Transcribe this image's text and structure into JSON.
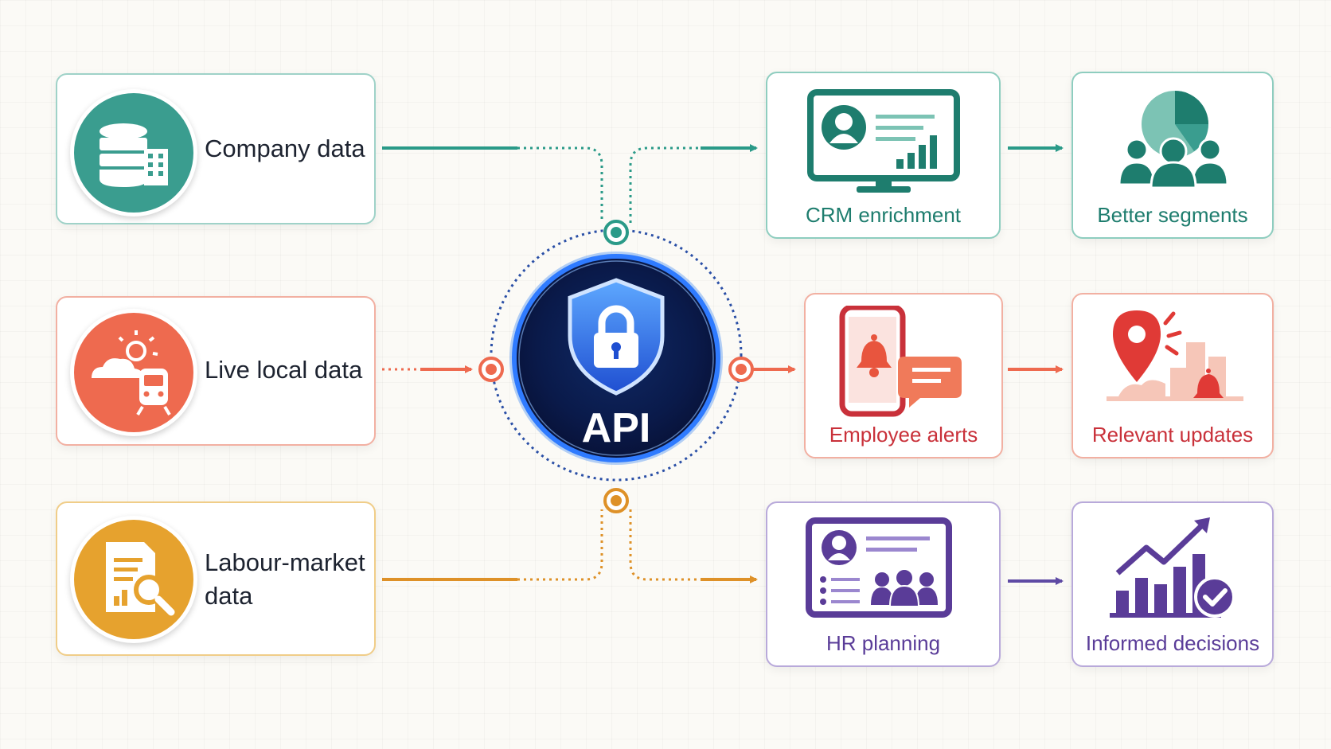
{
  "sources": [
    {
      "label": "Company data",
      "color": "#2f9a8b",
      "icon": "database-building-icon"
    },
    {
      "label": "Live local data",
      "color": "#ea6248",
      "icon": "weather-train-icon"
    },
    {
      "label_line1": "Labour-market",
      "label_line2": "data",
      "color": "#e3a02b",
      "icon": "report-magnifier-icon"
    }
  ],
  "hub": {
    "label": "API",
    "icon": "shield-lock-icon"
  },
  "outputs": {
    "crm": {
      "label": "CRM enrichment",
      "color": "#1e7d6e",
      "icon": "monitor-profile-icon"
    },
    "segments": {
      "label": "Better segments",
      "color": "#1e7d6e",
      "icon": "pie-people-icon"
    },
    "alerts": {
      "label": "Employee alerts",
      "color": "#c9313a",
      "icon": "phone-bell-icon"
    },
    "updates": {
      "label": "Relevant updates",
      "color": "#c9313a",
      "icon": "map-pin-city-icon"
    },
    "hr": {
      "label": "HR planning",
      "color": "#5a3c98",
      "icon": "profile-team-board-icon"
    },
    "decisions": {
      "label": "Informed decisions",
      "color": "#5a3c98",
      "icon": "growth-chart-check-icon"
    }
  }
}
